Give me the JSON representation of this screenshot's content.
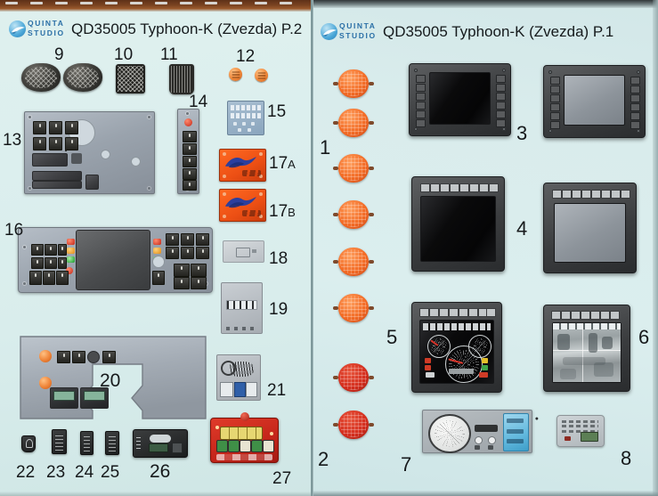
{
  "sheets": {
    "left": {
      "brand_line1": "QUINTA",
      "brand_line2": "STUDIO",
      "title": "QD35005 Typhoon-K (Zvezda) P.2"
    },
    "right": {
      "brand_line1": "QUINTA",
      "brand_line2": "STUDIO",
      "title": "QD35005 Typhoon-K (Zvezda) P.1"
    }
  },
  "colors": {
    "sheet_background": "#dcefee",
    "reflector_orange": "#f26a24",
    "reflector_red": "#d42d1d",
    "decal_orange": "#ec4f14",
    "control_box_red": "#c4251a",
    "pe_grey": "#9aa3ad",
    "brand_blue": "#2a6fa6"
  },
  "left_sheet_parts": [
    {
      "number": "9",
      "label": "9",
      "kind": "speaker-grille-pair"
    },
    {
      "number": "10",
      "label": "10",
      "kind": "mesh-grille-square"
    },
    {
      "number": "11",
      "label": "11",
      "kind": "slot-grille-square"
    },
    {
      "number": "12",
      "label": "12",
      "kind": "orange-round-pair"
    },
    {
      "number": "13",
      "label": "13",
      "kind": "large-dash-panel"
    },
    {
      "number": "14",
      "label": "14",
      "kind": "vertical-switch-strip"
    },
    {
      "number": "15",
      "label": "15",
      "kind": "blue-pe-fret"
    },
    {
      "number": "17A",
      "label": "17",
      "suffix": "A",
      "kind": "orange-decal"
    },
    {
      "number": "17B",
      "label": "17",
      "suffix": "B",
      "kind": "orange-decal"
    },
    {
      "number": "16",
      "label": "16",
      "kind": "dashboard-console"
    },
    {
      "number": "18",
      "label": "18",
      "kind": "light-grey-plate"
    },
    {
      "number": "19",
      "label": "19",
      "kind": "switch-box-panel"
    },
    {
      "number": "20",
      "label": "20",
      "kind": "notched-fascia-panel"
    },
    {
      "number": "21",
      "label": "21",
      "kind": "speaker-coil-panel"
    },
    {
      "number": "22",
      "label": "22",
      "kind": "tiny-bracket"
    },
    {
      "number": "23",
      "label": "23",
      "kind": "tiny-switch-strip"
    },
    {
      "number": "24",
      "label": "24",
      "kind": "tiny-switch-strip"
    },
    {
      "number": "25",
      "label": "25",
      "kind": "tiny-switch-strip"
    },
    {
      "number": "26",
      "label": "26",
      "kind": "instrument-binnacle"
    },
    {
      "number": "27",
      "label": "27",
      "kind": "red-control-box"
    }
  ],
  "right_sheet_parts": [
    {
      "number": "1",
      "label": "1",
      "kind": "orange-reflector-column",
      "count": 6
    },
    {
      "number": "2",
      "label": "2",
      "kind": "red-reflector-column",
      "count": 2
    },
    {
      "number": "3",
      "label": "3",
      "kind": "wide-monitor-pair"
    },
    {
      "number": "4",
      "label": "4",
      "kind": "square-monitor-pair"
    },
    {
      "number": "5",
      "label": "5",
      "kind": "gauge-cluster-display"
    },
    {
      "number": "6",
      "label": "6",
      "kind": "camera-view-display"
    },
    {
      "number": "7",
      "label": "7",
      "kind": "tachograph-unit"
    },
    {
      "number": "8",
      "label": "8",
      "kind": "small-data-plate"
    }
  ]
}
